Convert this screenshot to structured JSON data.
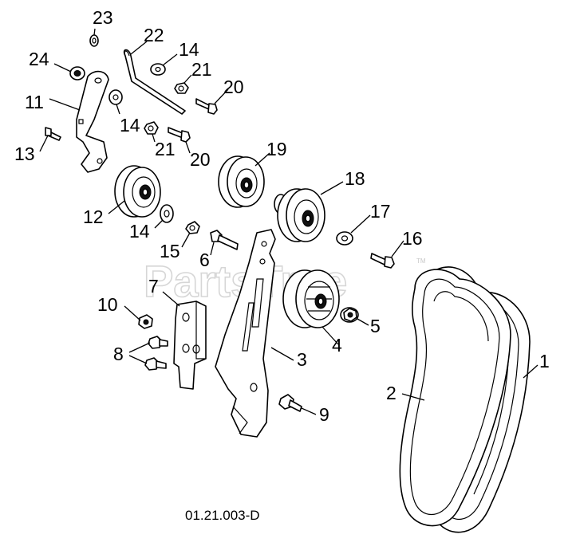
{
  "figure_code": "01.21.003-D",
  "watermark": {
    "text": "PartsTree",
    "mark": "TM"
  },
  "callouts": {
    "c1": "1",
    "c2": "2",
    "c3": "3",
    "c4": "4",
    "c5": "5",
    "c6": "6",
    "c7": "7",
    "c8": "8",
    "c9": "9",
    "c10": "10",
    "c11": "11",
    "c12": "12",
    "c13": "13",
    "c14a": "14",
    "c14b": "14",
    "c14c": "14",
    "c15": "15",
    "c16": "16",
    "c17": "17",
    "c18": "18",
    "c19": "19",
    "c20a": "20",
    "c20b": "20",
    "c21a": "21",
    "c21b": "21",
    "c22": "22",
    "c23": "23",
    "c24": "24"
  }
}
